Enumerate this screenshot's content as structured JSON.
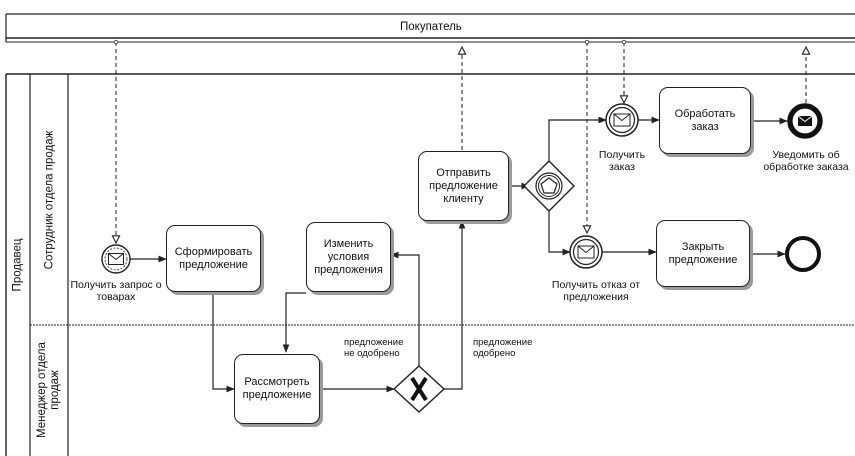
{
  "pools": {
    "buyer": "Покупатель",
    "seller": "Продавец"
  },
  "lanes": {
    "sales_employee": "Сотрудник отдела продаж",
    "sales_manager": "Менеджер отдела продаж"
  },
  "tasks": {
    "form_offer": "Сформировать предложение",
    "change_terms": "Изменить условия предложения",
    "send_offer": "Отправить предложение клиенту",
    "process_order": "Обработать заказ",
    "close_offer": "Закрыть предложение",
    "review_offer": "Рассмотреть предложение"
  },
  "events": {
    "receive_request": "Получить запрос о товарах",
    "receive_order": "Получить заказ",
    "notify_processing": "Уведомить об обработке заказа",
    "receive_refusal": "Получить отказ от предложения"
  },
  "flows": {
    "not_approved": "предложение не одобрено",
    "approved": "предложение одобрено"
  }
}
